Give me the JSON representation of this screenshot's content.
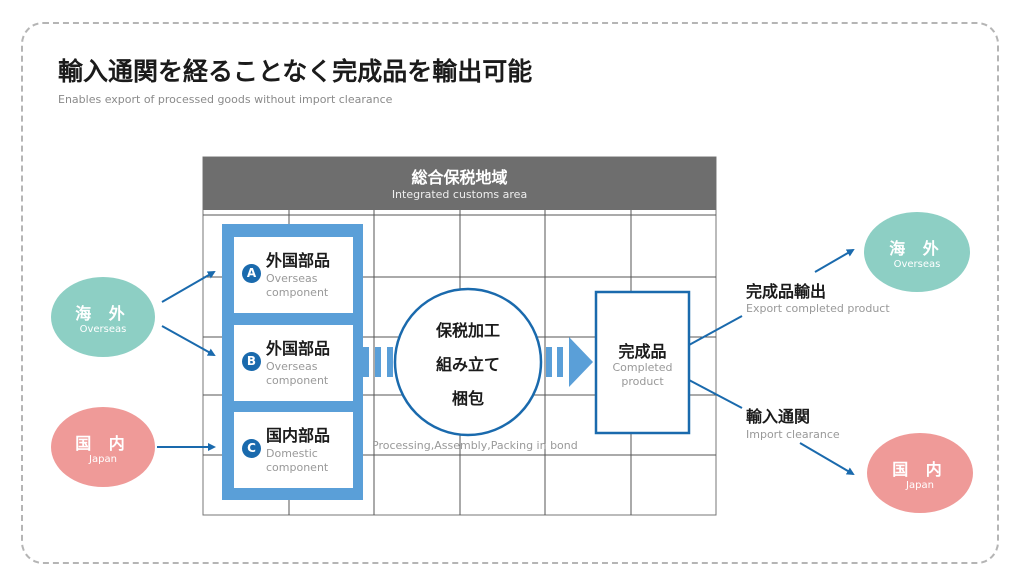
{
  "header": {
    "title": "輸入通関を経ることなく完成品を輸出可能",
    "subtitle": "Enables export of processed goods without import clearance"
  },
  "area": {
    "title_jp": "総合保税地域",
    "title_en": "Integrated customs area"
  },
  "sources": [
    {
      "jp": "海 外",
      "en": "Overseas"
    },
    {
      "jp": "国 内",
      "en": "Japan"
    }
  ],
  "components": [
    {
      "badge": "A",
      "jp": "外国部品",
      "en": "Overseas component"
    },
    {
      "badge": "B",
      "jp": "外国部品",
      "en": "Overseas component"
    },
    {
      "badge": "C",
      "jp": "国内部品",
      "en": "Domestic component"
    }
  ],
  "process": {
    "lines": [
      "保税加工",
      "組み立て",
      "梱包"
    ],
    "en": "Processing,Assembly,Packing in bond"
  },
  "product": {
    "jp": "完成品",
    "en": "Completed product"
  },
  "outputs": [
    {
      "jp": "完成品輸出",
      "en": "Export completed product",
      "dest_jp": "海 外",
      "dest_en": "Overseas"
    },
    {
      "jp": "輸入通関",
      "en": "Import clearance",
      "dest_jp": "国 内",
      "dest_en": "Japan"
    }
  ],
  "colors": {
    "blue": "#5a9fd8",
    "dark_blue": "#1a6aad",
    "teal": "#8dcfc4",
    "pink": "#ef9a98",
    "header_gray": "#6e6e6e"
  }
}
